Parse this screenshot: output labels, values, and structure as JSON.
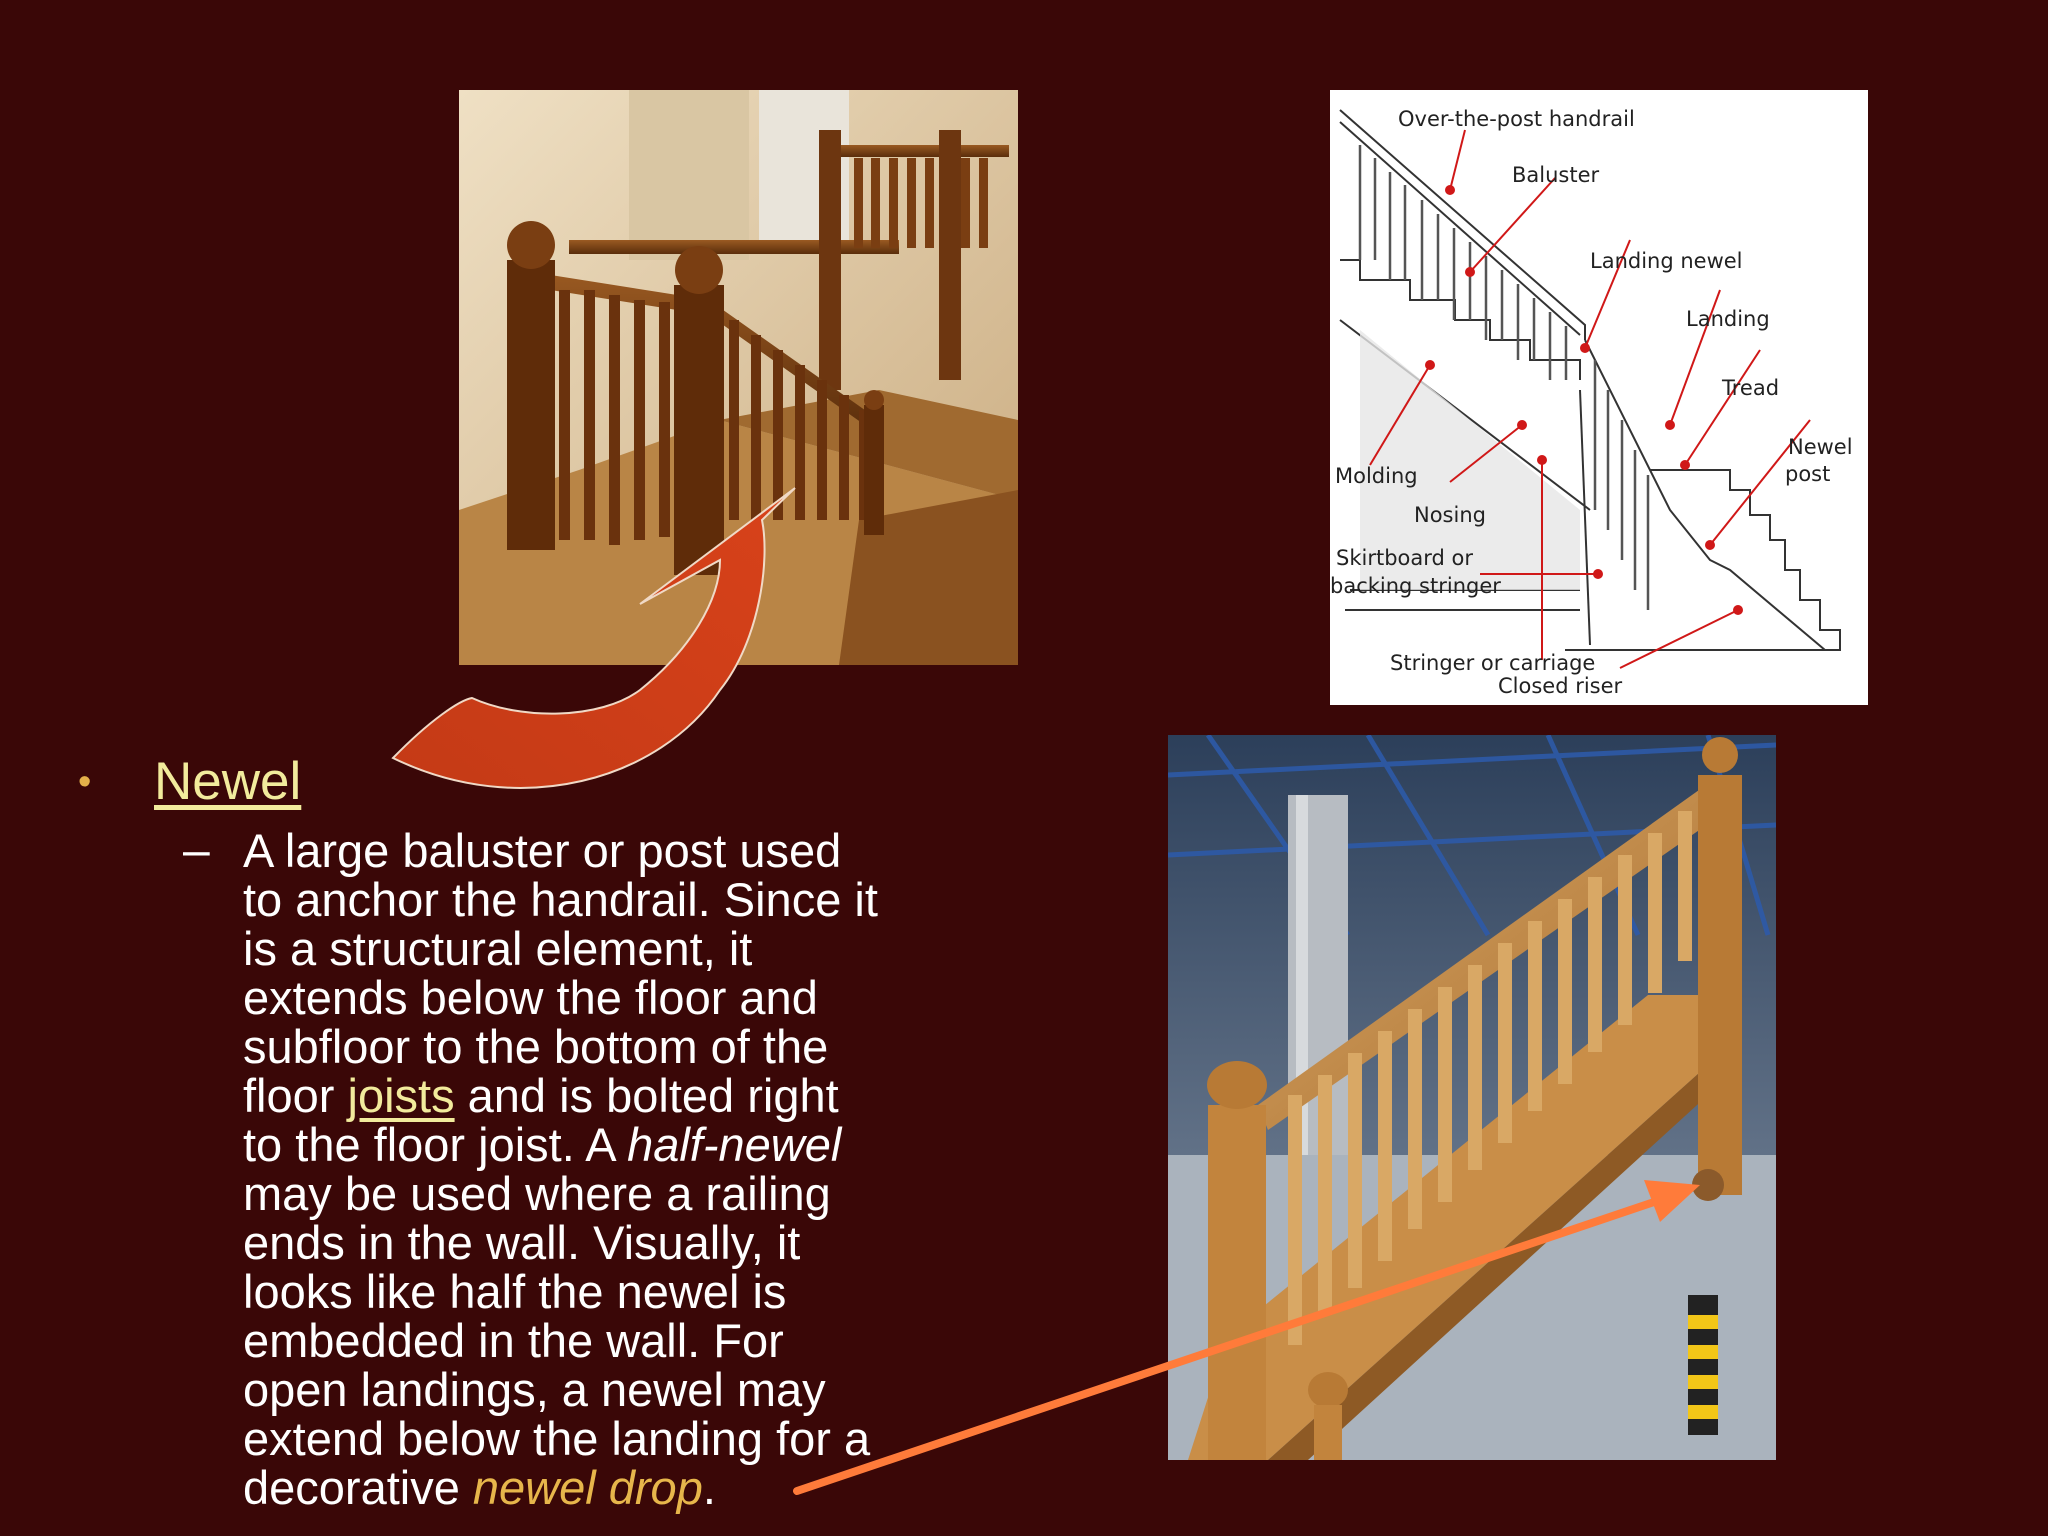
{
  "bullet": {
    "marker": "•",
    "title": "Newel"
  },
  "sub": {
    "dash": "–",
    "lines": [
      "A large baluster or post used",
      "to anchor the handrail. Since it",
      "is a structural element, it",
      "extends below the floor and",
      "subfloor to the bottom of the"
    ],
    "line6_pre": "floor ",
    "line6_link": "joists",
    "line6_post": " and is bolted right",
    "line7_pre": "to the floor joist. A ",
    "line7_italic": "half-newel",
    "lines_b": [
      "may be used where a railing",
      "ends in the wall. Visually, it",
      "looks like half the newel is",
      "embedded in the wall. For",
      "open landings, a newel may",
      "extend below the landing for a"
    ],
    "last_pre": "decorative ",
    "last_gold": "newel drop",
    "last_post": "."
  },
  "diagram": {
    "labels": {
      "handrail": "Over-the-post handrail",
      "baluster": "Baluster",
      "landing_newel": "Landing newel",
      "landing": "Landing",
      "tread": "Tread",
      "newel1": "Newel",
      "newel2": "post",
      "molding": "Molding",
      "nosing": "Nosing",
      "skirt1": "Skirtboard or",
      "skirt2": "backing stringer",
      "stringer": "Stringer or carriage",
      "riser": "Closed riser"
    }
  },
  "colors": {
    "background": "#3a0707",
    "link": "#f2eb9c",
    "accent_gold": "#e7b64b",
    "curved_arrow": "#c43a16",
    "straight_arrow": "#ff7b3a"
  }
}
